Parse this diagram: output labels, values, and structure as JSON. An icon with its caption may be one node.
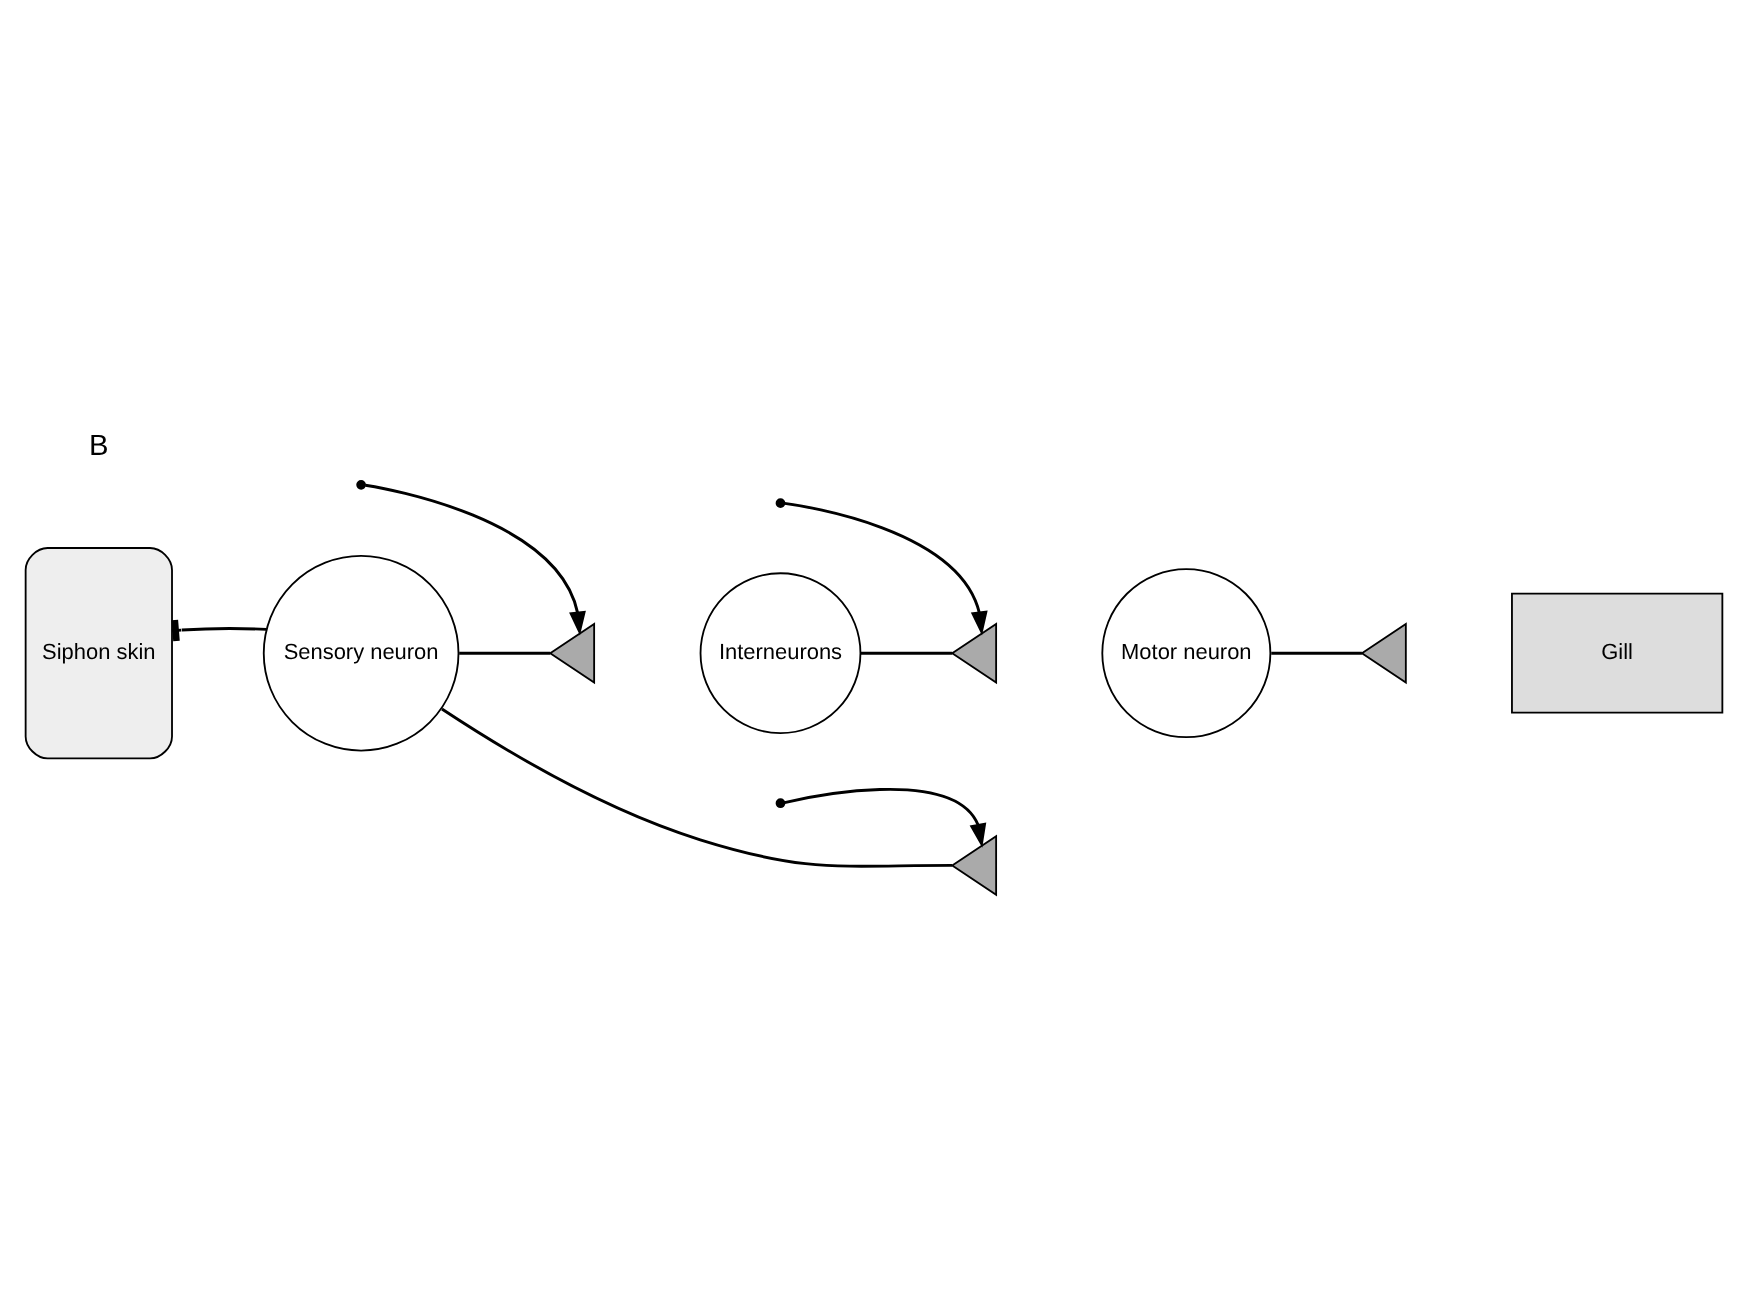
{
  "diagram": {
    "nodes": [
      {
        "text": [
          "Siphon skin"
        ]
      },
      {
        "text": [
          "Sensory neuron"
        ]
      },
      {
        "text": [
          "Interneurons"
        ]
      },
      {
        "text": [
          "Motor neuron"
        ]
      },
      {
        "text": [
          "Gill"
        ]
      },
      {
        "text": [],
        "shape": "triangle"
      },
      {
        "text": [],
        "shape": "triangle"
      },
      {
        "text": [],
        "shape": "triangle"
      },
      {
        "text": [],
        "shape": "triangle"
      }
    ],
    "edges": [
      {
        "from": 1,
        "to": 0,
        "arrow": "other"
      },
      {
        "from": 1,
        "to": 5,
        "arrow": "none"
      },
      {
        "from": 1,
        "to": 7,
        "arrow": "none"
      },
      {
        "from": 2,
        "to": 6,
        "arrow": "none"
      },
      {
        "from": 3,
        "to": 8,
        "arrow": "none"
      },
      {
        "from": null,
        "to": 5,
        "arrow": "to"
      },
      {
        "from": null,
        "to": 7,
        "arrow": "to"
      },
      {
        "from": null,
        "to": 6,
        "arrow": "to"
      }
    ],
    "labels": [
      "B"
    ]
  }
}
